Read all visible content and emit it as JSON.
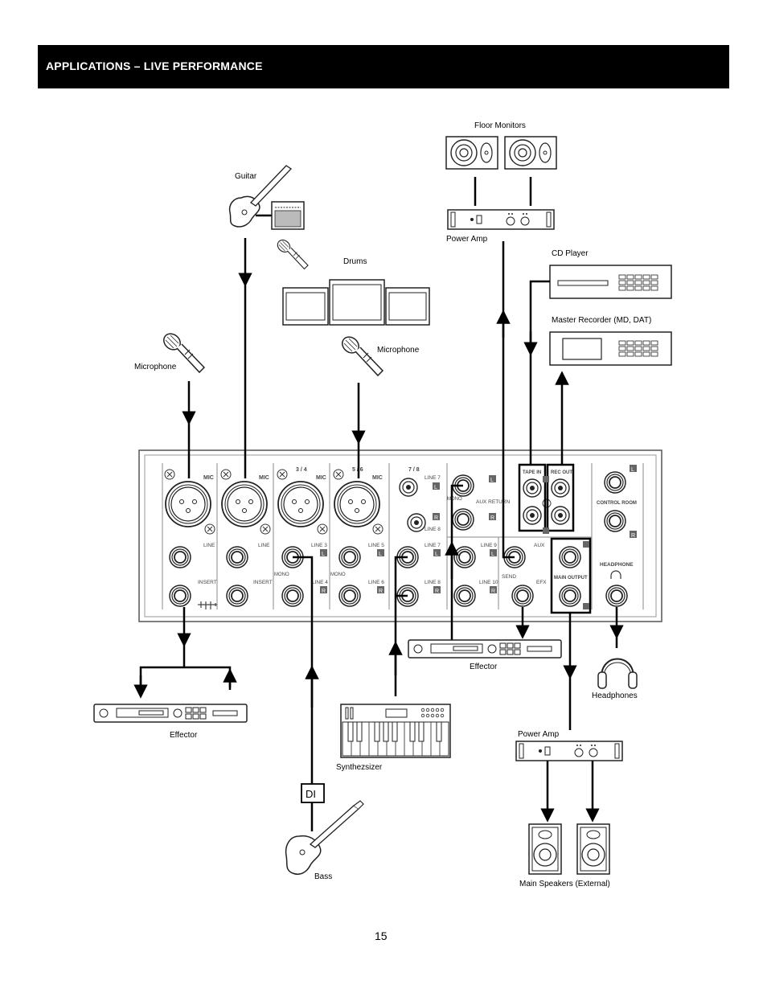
{
  "header": {
    "title": "APPLICATIONS – LIVE PERFORMANCE"
  },
  "page": {
    "number": "15"
  },
  "devices": {
    "floor_monitors": "Floor Monitors",
    "power_amp_top": "Power Amp",
    "cd_player": "CD Player",
    "master_recorder": "Master Recorder (MD, DAT)",
    "guitar": "Guitar",
    "drums": "Drums",
    "microphone_left": "Microphone",
    "microphone_center": "Microphone",
    "effector_left": "Effector",
    "effector_center": "Effector",
    "headphones": "Headphones",
    "power_amp_bottom": "Power Amp",
    "synthesizer": "Synthezsizer",
    "bass": "Bass",
    "di": "DI",
    "main_speakers": "Main Speakers (External)"
  },
  "mixer": {
    "mic": "MIC",
    "line": "LINE",
    "insert": "INSERT",
    "ch34": "3 / 4",
    "ch56": "5 / 6",
    "ch78": "7 / 8",
    "line3": "LINE 3",
    "line4": "LINE 4",
    "line5": "LINE 5",
    "line6": "LINE 6",
    "line7a": "LINE 7",
    "line8a": "LINE 8",
    "line7b": "LINE 7",
    "line8b": "LINE 8",
    "line9": "LINE 9",
    "line10": "LINE 10",
    "mono": "MONO",
    "aux_return": "AUX RETURN",
    "aux": "AUX",
    "send": "SEND",
    "efx": "EFX",
    "tape_in": "TAPE IN",
    "rec_out": "REC OUT",
    "control_room": "CONTROL ROOM",
    "main_output": "MAIN OUTPUT",
    "headphone": "HEADPHONE",
    "l": "L",
    "r": "R"
  }
}
